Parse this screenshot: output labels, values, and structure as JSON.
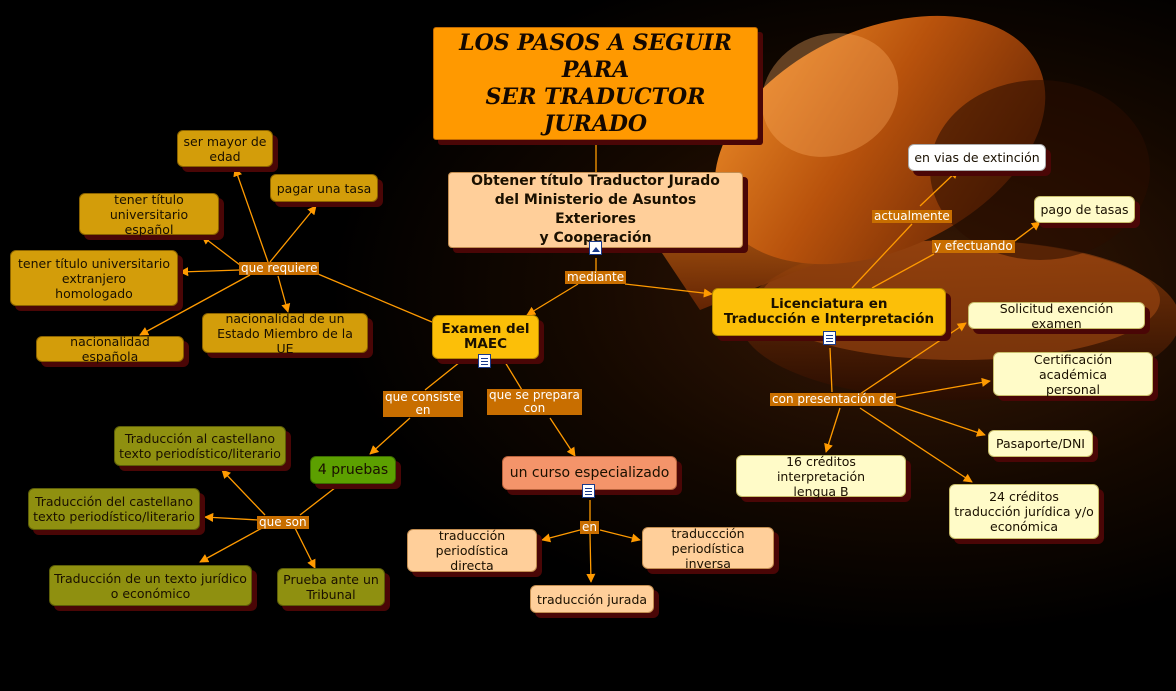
{
  "title": {
    "line1": "LOS PASOS A SEGUIR PARA",
    "line2": "SER TRADUCTOR JURADO"
  },
  "subtitle": {
    "line1": "Obtener título Traductor Jurado",
    "line2": "del Ministerio de Asuntos Exteriores",
    "line3": "y Cooperación"
  },
  "nodes": {
    "examen": {
      "line1": "Examen del",
      "line2": "MAEC"
    },
    "licenciatura": {
      "line1": "Licenciatura en",
      "line2": "Traducción e Interpretación"
    },
    "mayor_edad": {
      "line1": "ser mayor de",
      "line2": "edad"
    },
    "tasa": "pagar una tasa",
    "titulo_espanol": {
      "line1": "tener título",
      "line2": "universitario español"
    },
    "titulo_extranjero": {
      "line1": "tener título universitario",
      "line2": "extranjero",
      "line3": "homologado"
    },
    "nacionalidad_ue": {
      "line1": "nacionalidad de un",
      "line2": "Estado Miembro de la UE"
    },
    "nacionalidad_esp": "nacionalidad española",
    "pruebas": "4 pruebas",
    "trad_castellano": {
      "line1": "Traducción al castellano",
      "line2": "texto periodístico/literario"
    },
    "trad_del_castellano": {
      "line1": "Traducción del castellano",
      "line2": "texto periodístico/literario"
    },
    "trad_juridico": {
      "line1": "Traducción de un texto jurídico",
      "line2": "o económico"
    },
    "tribunal": {
      "line1": "Prueba ante un",
      "line2": "Tribunal"
    },
    "curso": "un curso especializado",
    "directa": {
      "line1": "traducción",
      "line2": "periodística directa"
    },
    "inversa": {
      "line1": "traduccción",
      "line2": "periodística inversa"
    },
    "jurada": "traducción jurada",
    "extincion": "en vias de extinción",
    "pago_tasas": "pago de tasas",
    "solicitud": "Solicitud exención examen",
    "certificacion": {
      "line1": "Certificación académica",
      "line2": "personal"
    },
    "pasaporte": "Pasaporte/DNI",
    "creditos16": {
      "line1": "16 créditos interpretación",
      "line2": "lengua B"
    },
    "creditos24": {
      "line1": "24 créditos",
      "line2": "traducción jurídica y/o",
      "line3": "económica"
    }
  },
  "links": {
    "mediante": "mediante",
    "que_requiere": "que requiere",
    "que_consiste_en": {
      "line1": "que consiste",
      "line2": "en"
    },
    "que_se_prepara_con": {
      "line1": "que se prepara",
      "line2": "con"
    },
    "que_son": "que son",
    "en": "en",
    "actualmente": "actualmente",
    "y_efectuando": "y efectuando",
    "con_presentacion_de": "con presentación de"
  },
  "colors": {
    "title": "#ff9900",
    "subtitle": "#ffcf9a",
    "main_node": "#fcbf08",
    "requirement_node": "#d39d0a",
    "test_node": "#8f9010",
    "pruebas_node": "#5ca000",
    "course_node": "#f4946a",
    "document_node": "#fffbc8",
    "link_label": "#c86e00",
    "edge": "#ff9a00",
    "shadow": "#4a0606"
  },
  "icons": {
    "subtitle": "image-icon",
    "examen": "document-icon",
    "licenciatura": "document-icon",
    "curso": "document-icon"
  }
}
